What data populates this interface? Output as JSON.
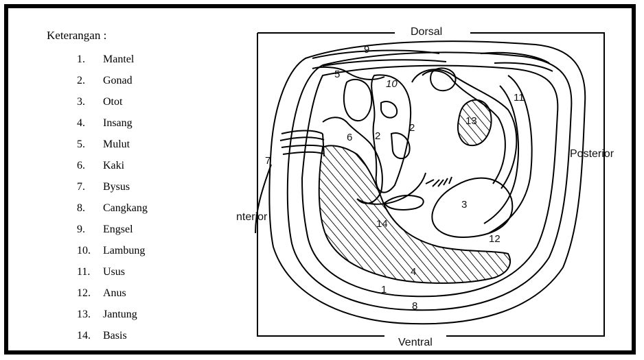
{
  "legend": {
    "title": "Keterangan :",
    "items": [
      {
        "num": "1.",
        "label": "Mantel"
      },
      {
        "num": "2.",
        "label": "Gonad"
      },
      {
        "num": "3.",
        "label": "Otot"
      },
      {
        "num": "4.",
        "label": "Insang"
      },
      {
        "num": "5.",
        "label": "Mulut"
      },
      {
        "num": "6.",
        "label": "Kaki"
      },
      {
        "num": "7.",
        "label": "Bysus"
      },
      {
        "num": "8.",
        "label": "Cangkang"
      },
      {
        "num": "9.",
        "label": "Engsel"
      },
      {
        "num": "10.",
        "label": "Lambung"
      },
      {
        "num": "11.",
        "label": "Usus"
      },
      {
        "num": "12.",
        "label": "Anus"
      },
      {
        "num": "13.",
        "label": "Jantung"
      },
      {
        "num": "14.",
        "label": "Basis"
      }
    ]
  },
  "orientation": {
    "top": "Dorsal",
    "bottom": "Ventral",
    "right": "Posterior",
    "left": "nterior"
  },
  "callouts": [
    "1",
    "2",
    "2",
    "3",
    "4",
    "5",
    "6",
    "7",
    "8",
    "9",
    "10",
    "11",
    "12",
    "13",
    "14"
  ]
}
